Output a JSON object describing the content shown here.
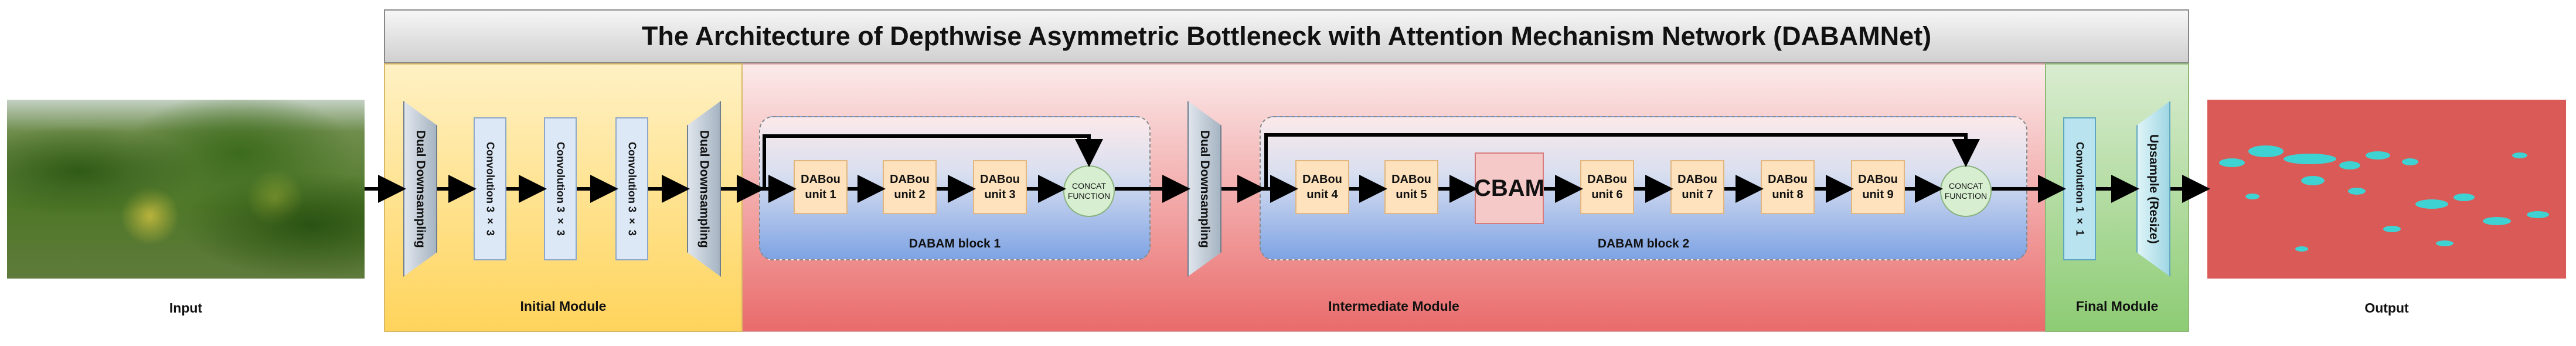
{
  "title": "The Architecture of Depthwise Asymmetric Bottleneck with Attention Mechanism Network (DABAMNet)",
  "captions": {
    "input": "Input",
    "output": "Output"
  },
  "modules": {
    "initial": "Initial Module",
    "intermediate": "Intermediate Module",
    "final": "Final Module"
  },
  "initial_module": {
    "dual_downsampling": "Dual Downsampling",
    "conv": "Convolution 3 × 3"
  },
  "block1": {
    "label": "DABAM block 1",
    "units": [
      "DABou unit 1",
      "DABou unit 2",
      "DABou unit 3"
    ]
  },
  "block2": {
    "label": "DABAM block 2",
    "units_a": [
      "DABou unit 4",
      "DABou unit 5"
    ],
    "units_b": [
      "DABou unit 6",
      "DABou unit 7",
      "DABou unit 8",
      "DABou unit 9"
    ]
  },
  "concat": "CONCAT FUNCTION",
  "cbam": "CBAM",
  "middle_downsampling": "Dual Downsampling",
  "final_module": {
    "conv": "Convolution 1 × 1",
    "upsample": "Upsample (Resize)"
  },
  "colors": {
    "initial_module": "#ffd45c",
    "intermediate_module": "#ea6b6b",
    "final_module": "#8dcc74",
    "dabou_unit": "#fde2bd",
    "cbam": "#f6c9c9",
    "concat": "#d7eed1",
    "segmentation_background": "#da5a57",
    "segmentation_foreground": "#3fd2d2"
  }
}
